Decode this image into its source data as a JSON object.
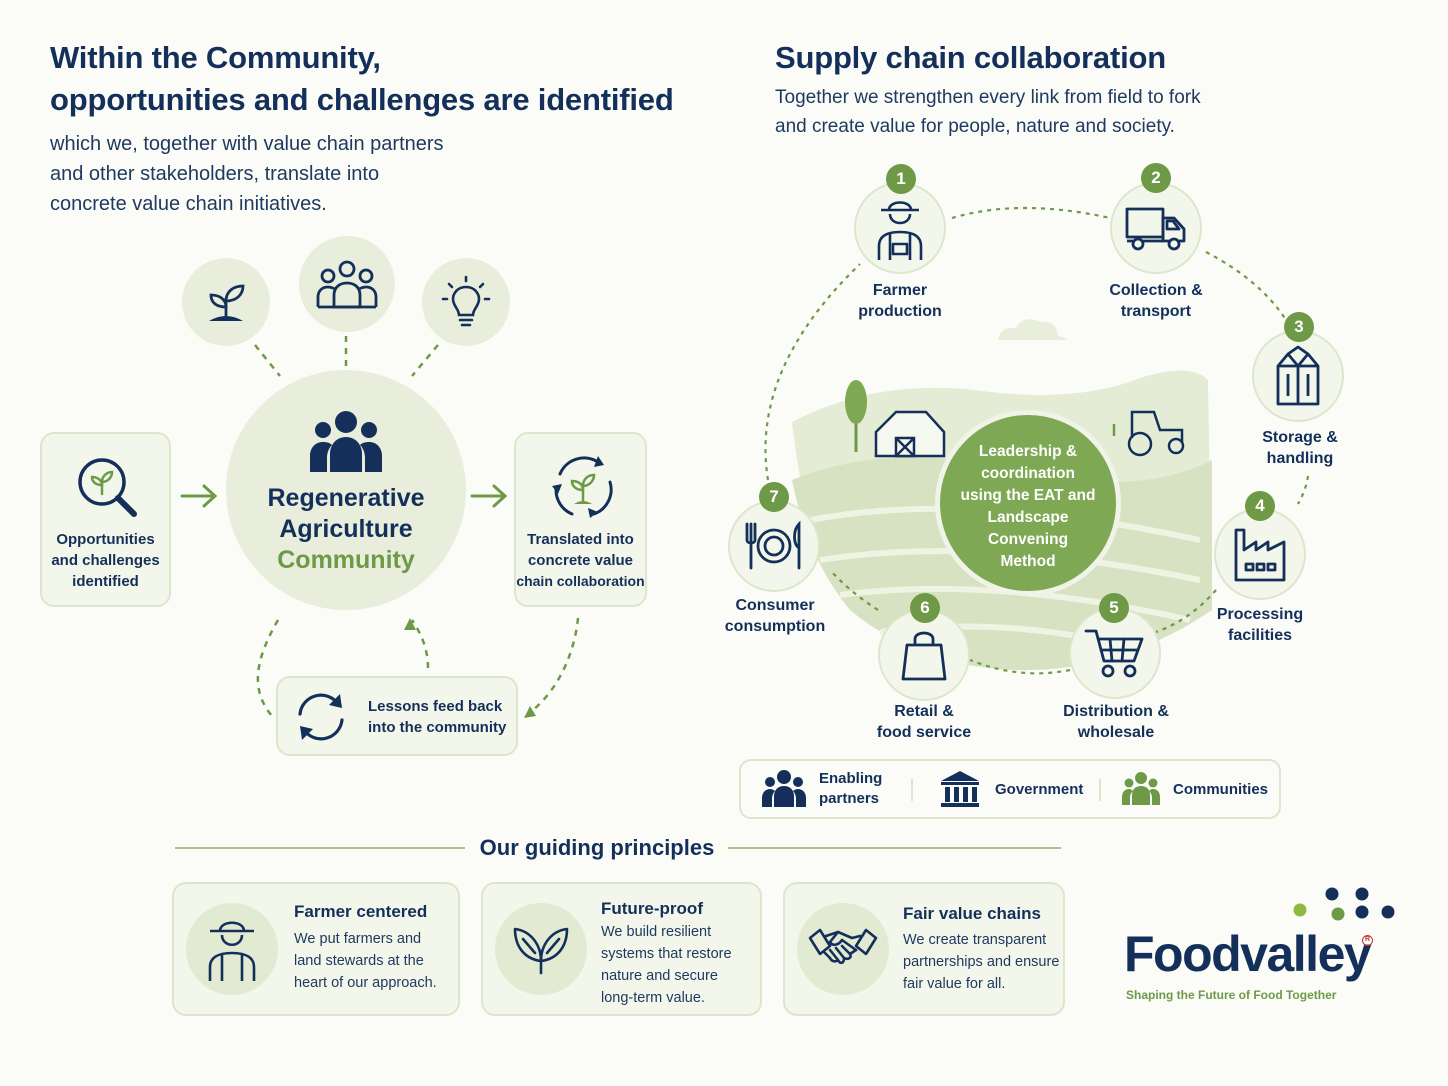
{
  "left": {
    "title_line1": "Within the Community,",
    "title_line2": "opportunities and challenges are identified",
    "subtitle_line1": "which we, together with value chain partners",
    "subtitle_line2": "and other stakeholders, translate into",
    "subtitle_line3": "concrete value chain initiatives.",
    "top_icons": [
      "sprout-icon",
      "people-group-icon",
      "lightbulb-icon"
    ],
    "opportunities_line1": "Opportunities",
    "opportunities_line2": "and challenges",
    "opportunities_line3": "identified",
    "center_line1": "Regenerative",
    "center_line2": "Agriculture",
    "center_line3": "Community",
    "translated_line1": "Translated into",
    "translated_line2": "concrete value",
    "translated_line3": "chain collaboration",
    "lessons_line1": "Lessons feed back",
    "lessons_line2": "into the community"
  },
  "right": {
    "title": "Supply chain collaboration",
    "subtitle_line1": "Together we strengthen every link from field to fork",
    "subtitle_line2": "and create value for people, nature and society.",
    "center_line1": "Leadership &",
    "center_line2": "coordination",
    "center_line3": "using the EAT and",
    "center_line4": "Landscape",
    "center_line5": "Convening",
    "center_line6": "Method",
    "steps": [
      {
        "num": "1",
        "line1": "Farmer",
        "line2": "production",
        "icon": "farmer-icon"
      },
      {
        "num": "2",
        "line1": "Collection &",
        "line2": "transport",
        "icon": "truck-icon"
      },
      {
        "num": "3",
        "line1": "Storage &",
        "line2": "handling",
        "icon": "silo-icon"
      },
      {
        "num": "4",
        "line1": "Processing",
        "line2": "facilities",
        "icon": "factory-icon"
      },
      {
        "num": "5",
        "line1": "Distribution &",
        "line2": "wholesale",
        "icon": "cart-icon"
      },
      {
        "num": "6",
        "line1": "Retail &",
        "line2": "food service",
        "icon": "shopping-bag-icon"
      },
      {
        "num": "7",
        "line1": "Consumer",
        "line2": "consumption",
        "icon": "plate-cutlery-icon"
      }
    ],
    "legend": {
      "enabling_line1": "Enabling",
      "enabling_line2": "partners",
      "government": "Government",
      "communities": "Communities"
    }
  },
  "principles": {
    "heading": "Our guiding principles",
    "items": [
      {
        "title": "Farmer centered",
        "line1": "We put farmers and",
        "line2": "land stewards at the",
        "line3": "heart of our approach.",
        "line4": "",
        "icon": "farmer-icon"
      },
      {
        "title": "Future-proof",
        "line1": "We build resilient",
        "line2": "systems that restore",
        "line3": "nature and secure",
        "line4": "long-term value.",
        "icon": "leaves-icon"
      },
      {
        "title": "Fair value chains",
        "line1": "We create transparent",
        "line2": "partnerships and ensure",
        "line3": "fair value for all.",
        "line4": "",
        "icon": "handshake-icon"
      }
    ]
  },
  "brand": {
    "name": "Foodvalley",
    "tagline": "Shaping the Future of Food Together",
    "registered": "R",
    "navy": "#14305a",
    "green": "#6e9a47",
    "light_green": "#8dbb3f"
  }
}
